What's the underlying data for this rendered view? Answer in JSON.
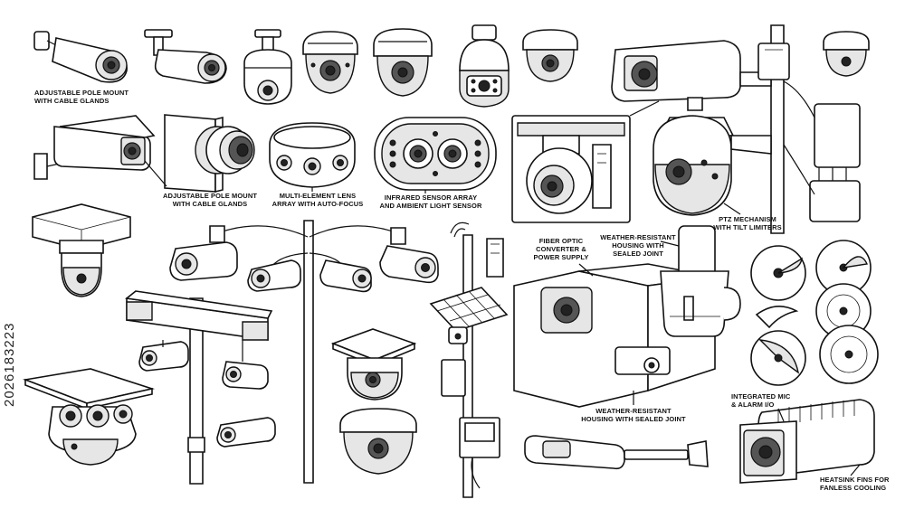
{
  "labels": {
    "pole_mount_top": "ADJUSTABLE POLE MOUNT\nWITH CABLE GLANDS",
    "pole_mount_mid": "ADJUSTABLE POLE MOUNT\nWITH CABLE GLANDS",
    "lens_array": "MULTI-ELEMENT LENS\nARRAY WITH AUTO-FOCUS",
    "ir_array": "INFRARED SENSOR ARRAY\nAND AMBIENT LIGHT SENSOR",
    "ptz": "PTZ MECHANISM\nWITH TILT LIMITERS",
    "fiber": "FIBER OPTIC\nCONVERTER &\nPOWER SUPPLY",
    "housing_top": "WEATHER-RESISTANT\nHOUSING WITH\nSEALED JOINT",
    "housing_bottom": "WEATHER-RESISTANT\nHOUSING WITH SEALED JOINT",
    "mic": "INTEGRATED MIC\n& ALARM I/O",
    "heatsink": "HEATSINK FINS FOR\nFANLESS COOLING"
  },
  "stock_id": "2026183223"
}
